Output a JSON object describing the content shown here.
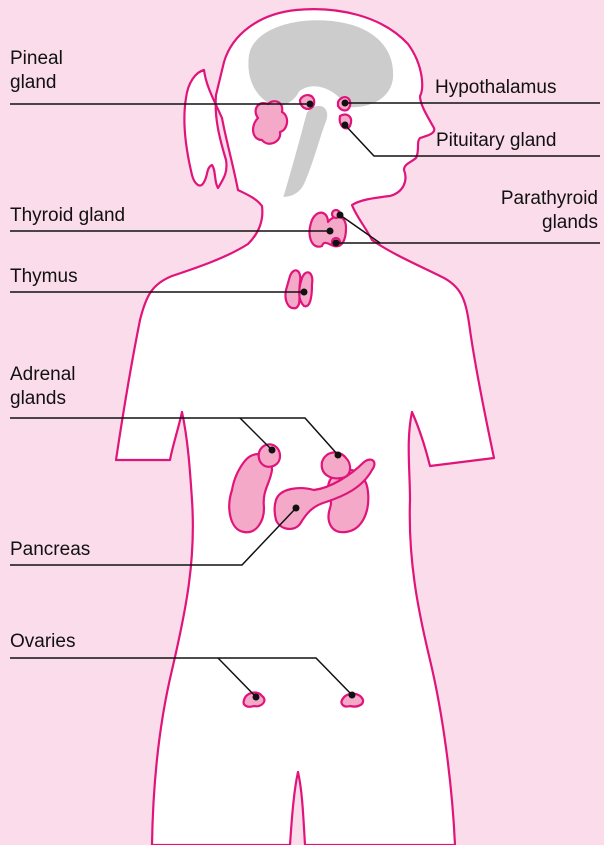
{
  "labels": {
    "pineal": [
      "Pineal",
      "gland"
    ],
    "hypothalamus": "Hypothalamus",
    "pituitary": "Pituitary gland",
    "thyroid": "Thyroid gland",
    "parathyroid": [
      "Parathyroid",
      "glands"
    ],
    "thymus": "Thymus",
    "adrenal": [
      "Adrenal",
      "glands"
    ],
    "pancreas": "Pancreas",
    "ovaries": "Ovaries"
  },
  "colors": {
    "background": "#fadcea",
    "outline": "#e0147a",
    "gland_fill": "#f4a9c9",
    "brain_fill": "#cccccc"
  }
}
